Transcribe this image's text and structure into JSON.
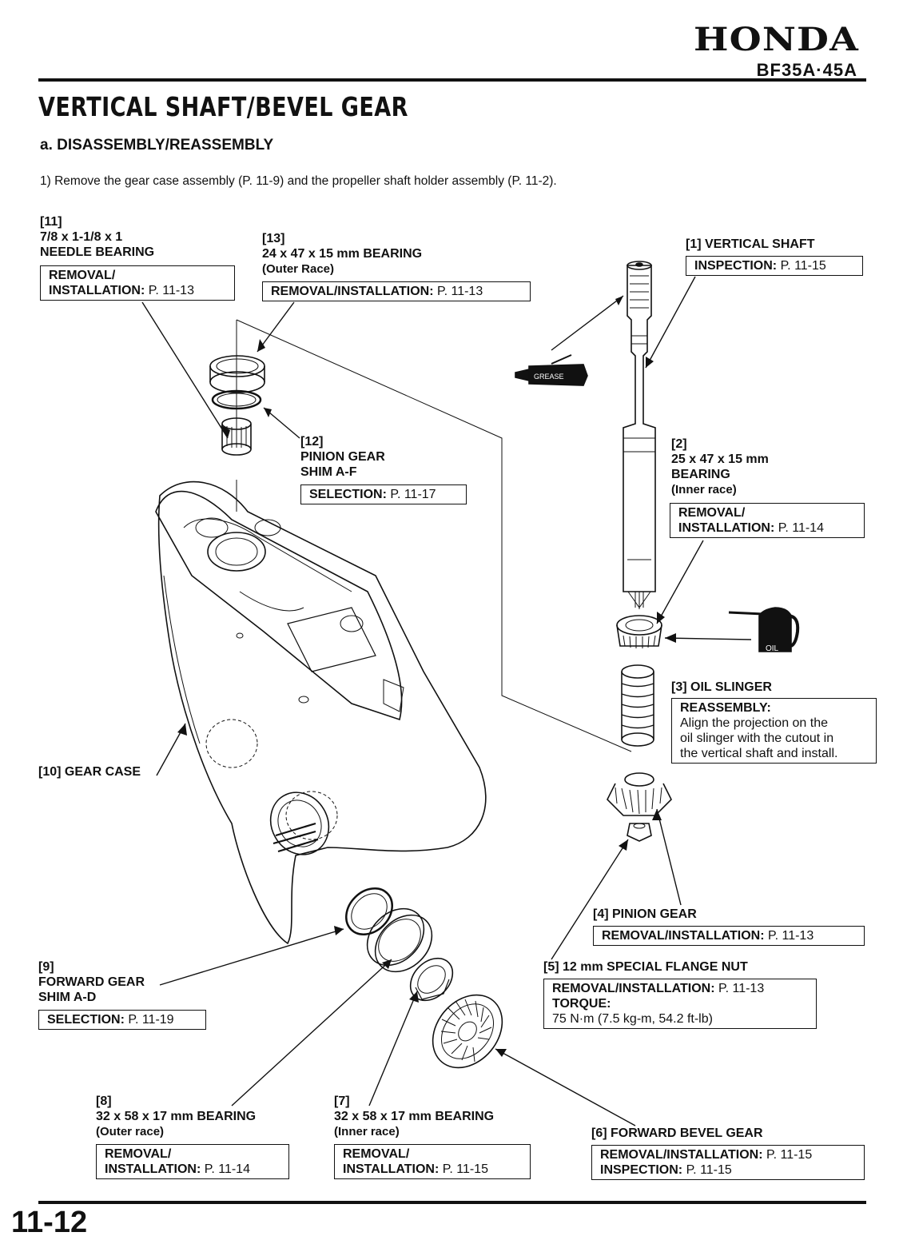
{
  "header": {
    "brand": "HONDA",
    "model": "BF35A·45A"
  },
  "title": "VERTICAL SHAFT/BEVEL GEAR",
  "subtitle": "a. DISASSEMBLY/REASSEMBLY",
  "step": "1) Remove the gear case assembly (P. 11-9) and the propeller shaft holder assembly (P. 11-2).",
  "callouts": {
    "c11": {
      "num": "[11]",
      "line1": "7/8 x 1-1/8 x 1",
      "line2": "NEEDLE BEARING",
      "box1": "REMOVAL/",
      "box2k": "INSTALLATION:",
      "box2v": " P. 11-13"
    },
    "c13": {
      "num": "[13]",
      "line1": "24 x 47 x 15 mm BEARING",
      "line2": "(Outer Race)",
      "boxk": "REMOVAL/INSTALLATION:",
      "boxv": " P. 11-13"
    },
    "c1": {
      "label": "[1] VERTICAL SHAFT",
      "boxk": "INSPECTION:",
      "boxv": " P. 11-15"
    },
    "c12": {
      "num": "[12]",
      "line1": "PINION GEAR",
      "line2": "SHIM A-F",
      "boxk": "SELECTION:",
      "boxv": " P. 11-17"
    },
    "c2": {
      "num": "[2]",
      "line1": "25 x 47 x 15 mm",
      "line2": "BEARING",
      "line3": "(Inner race)",
      "box1": "REMOVAL/",
      "box2k": "INSTALLATION:",
      "box2v": " P. 11-14"
    },
    "c3": {
      "label": "[3] OIL SLINGER",
      "boxk": "REASSEMBLY:",
      "b1": "Align the projection on the",
      "b2": "oil slinger with the cutout in",
      "b3": "the vertical shaft and install."
    },
    "c10": {
      "label": "[10] GEAR CASE"
    },
    "c4": {
      "label": "[4] PINION GEAR",
      "boxk": "REMOVAL/INSTALLATION:",
      "boxv": " P. 11-13"
    },
    "c5": {
      "label": "[5] 12 mm SPECIAL FLANGE NUT",
      "boxk": "REMOVAL/INSTALLATION:",
      "boxv": " P. 11-13",
      "tk": "TORQUE:",
      "tv": "75 N·m (7.5 kg-m, 54.2 ft-lb)"
    },
    "c9": {
      "num": "[9]",
      "line1": "FORWARD GEAR",
      "line2": "SHIM A-D",
      "boxk": "SELECTION:",
      "boxv": " P. 11-19"
    },
    "c8": {
      "num": "[8]",
      "line1": "32 x 58 x 17 mm BEARING",
      "line2": "(Outer race)",
      "box1": "REMOVAL/",
      "box2k": "INSTALLATION:",
      "box2v": " P. 11-14"
    },
    "c7": {
      "num": "[7]",
      "line1": "32 x 58 x 17 mm BEARING",
      "line2": "(Inner race)",
      "box1": "REMOVAL/",
      "box2k": "INSTALLATION:",
      "box2v": " P. 11-15"
    },
    "c6": {
      "label": "[6] FORWARD BEVEL GEAR",
      "boxk": "REMOVAL/INSTALLATION:",
      "boxv": " P. 11-15",
      "b2k": "INSPECTION:",
      "b2v": " P. 11-15"
    }
  },
  "icons": {
    "grease": "GREASE",
    "oil": "OIL"
  },
  "page_number": "11-12"
}
